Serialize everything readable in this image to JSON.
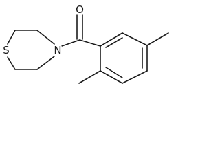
{
  "molecule": {
    "atoms": {
      "oxygen": "O",
      "nitrogen": "N",
      "sulfur": "S"
    },
    "colors": {
      "bond": "#1a1a1a",
      "background": "#ffffff"
    }
  }
}
